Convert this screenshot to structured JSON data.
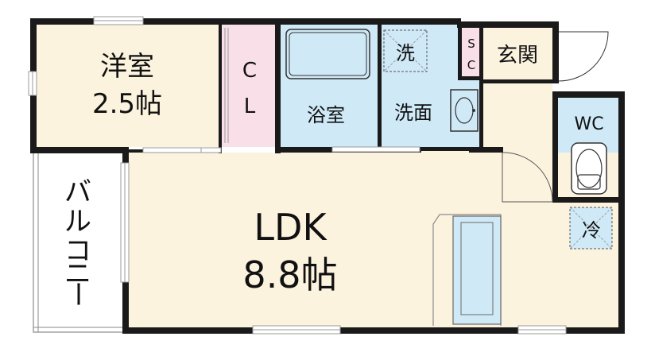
{
  "colors": {
    "wall": "#1a1a1a",
    "room_beige": "#fcf3df",
    "wet_blue": "#cfe9f7",
    "closet_pink": "#f9dfe8",
    "window_line": "#9a9a9a"
  },
  "rooms": {
    "western_room": {
      "name": "洋室",
      "size": "2.5帖"
    },
    "closet": {
      "line1": "C",
      "line2": "L"
    },
    "bath": {
      "name": "浴室"
    },
    "washroom": {
      "name": "洗面"
    },
    "washer": {
      "name": "洗"
    },
    "shoe_closet": {
      "line1": "S",
      "line2": "C"
    },
    "entrance": {
      "name": "玄関"
    },
    "wc": {
      "name": "WC"
    },
    "fridge": {
      "name": "冷"
    },
    "ldk": {
      "name": "LDK",
      "size": "8.8帖"
    },
    "balcony": {
      "chars": [
        "バ",
        "ル",
        "コ",
        "ニ",
        "ー"
      ]
    }
  }
}
